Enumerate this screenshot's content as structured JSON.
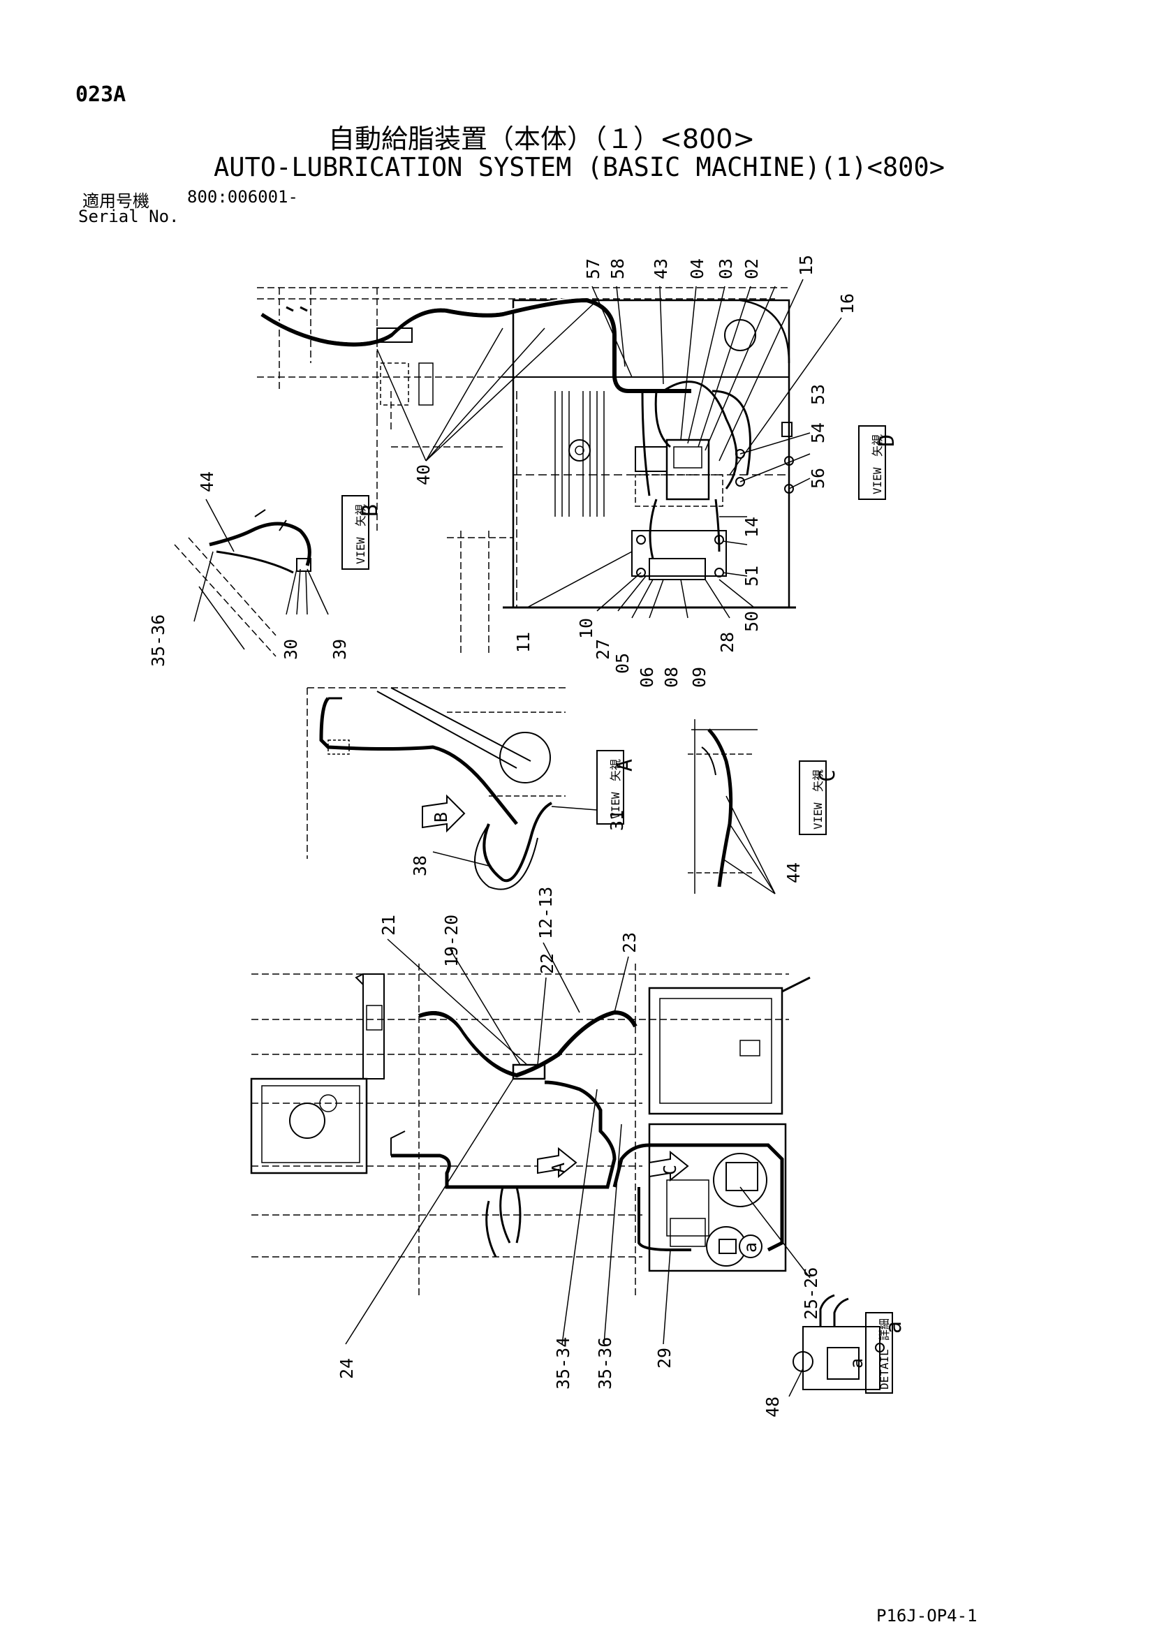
{
  "header": {
    "page_code": "023A",
    "title_jp": "自動給脂装置（本体）（１）<800>",
    "title_en": "AUTO-LUBRICATION SYSTEM (BASIC MACHINE)(1)<800>",
    "serial_label_jp": "適用号機",
    "serial_value": "800:006001-",
    "serial_label_en": "Serial No."
  },
  "views": {
    "view_word": "VIEW",
    "view_jp": "矢視",
    "detail_word": "DETAIL",
    "detail_jp": "詳細",
    "view_b": "B",
    "view_d": "D",
    "view_a": "A",
    "view_c": "C",
    "detail_a": "a"
  },
  "diagram_marks": {
    "arrow_a": "A",
    "arrow_b": "B",
    "arrow_c": "C",
    "circle_a1": "a",
    "circle_a2": "a"
  },
  "callouts": {
    "top": [
      "57",
      "58",
      "43",
      "04",
      "03",
      "02",
      "15",
      "16",
      "53",
      "54",
      "56",
      "14",
      "51",
      "50",
      "28",
      "09",
      "08",
      "06",
      "05",
      "27",
      "10",
      "11",
      "40"
    ],
    "view_b": [
      "44",
      "35-36",
      "30",
      "39"
    ],
    "view_a": [
      "38",
      "31"
    ],
    "view_c": [
      "44"
    ],
    "lower": [
      "21",
      "19-20",
      "12-13",
      "22",
      "23",
      "24",
      "35-34",
      "35-36",
      "29",
      "25-26"
    ],
    "detail": [
      "48"
    ]
  },
  "footer": {
    "code": "P16J-OP4-1"
  }
}
